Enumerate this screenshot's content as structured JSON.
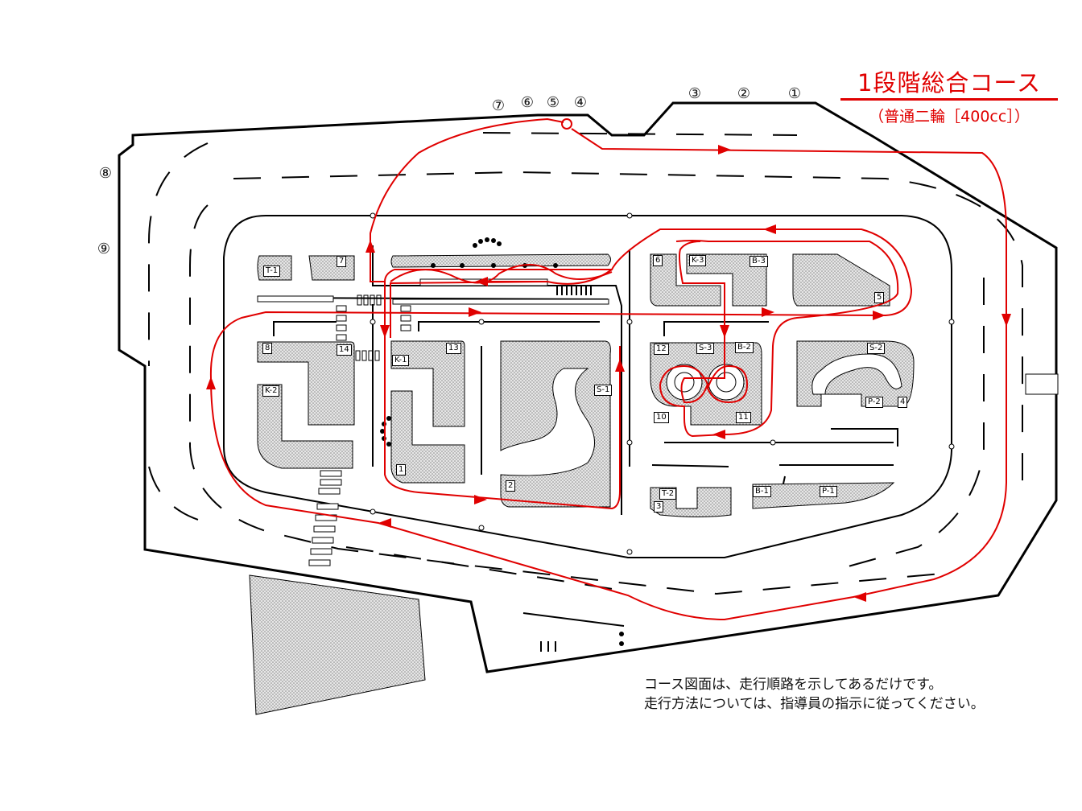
{
  "title": "1段階総合コース",
  "subtitle": "（普通二輪［400cc］）",
  "notes": [
    "コース図面は、走行順路を示してあるだけです。",
    "走行方法については、指導員の指示に従ってください。"
  ],
  "points": [
    "①",
    "②",
    "③",
    "④",
    "⑤",
    "⑥",
    "⑦",
    "⑧",
    "⑨"
  ],
  "tags": [
    "T-1",
    "7",
    "8",
    "14",
    "K-1",
    "13",
    "K-2",
    "1",
    "S-1",
    "2",
    "6",
    "K-3",
    "B-3",
    "5",
    "12",
    "S-3",
    "B-2",
    "10",
    "11",
    "S-2",
    "P-2",
    "4",
    "T-2",
    "3",
    "B-1",
    "P-1"
  ],
  "colors": {
    "route": "#e00000",
    "line": "#000000",
    "block_fill": "#dedede"
  }
}
